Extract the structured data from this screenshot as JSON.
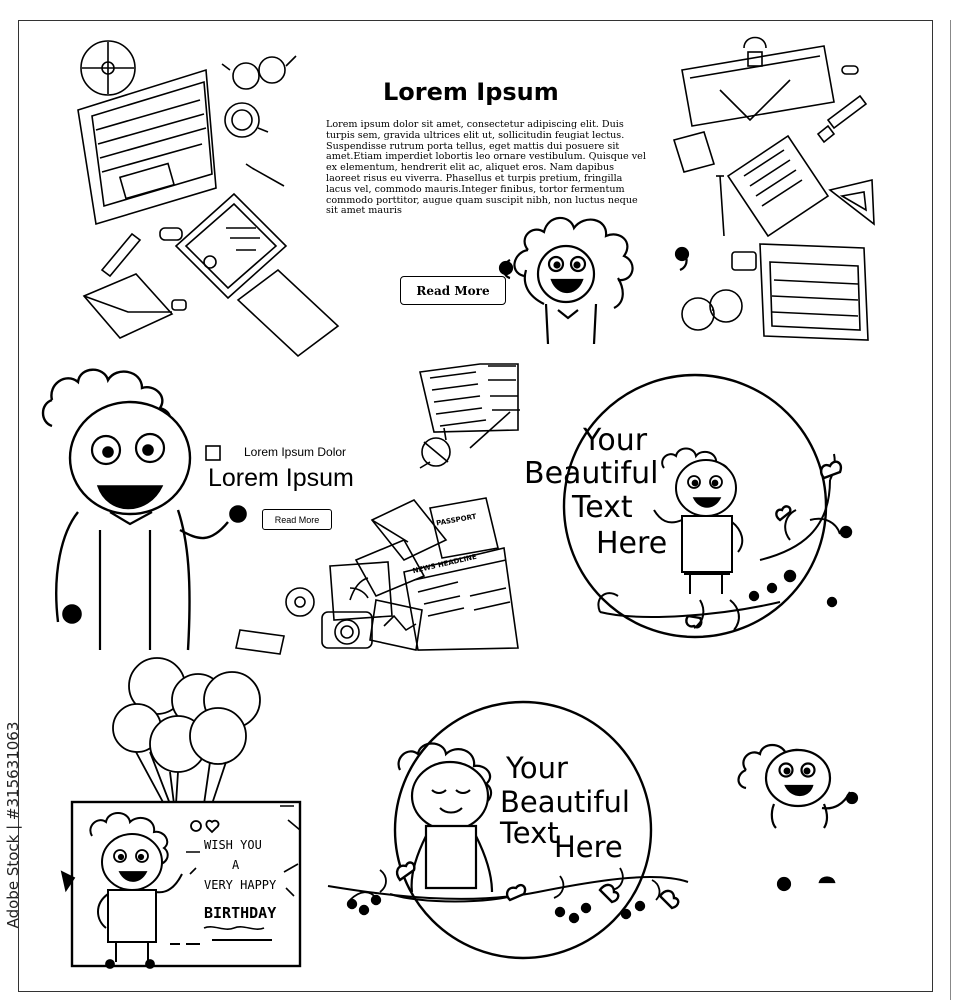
{
  "side_text": "Adobe Stock | #315631063",
  "panel1": {
    "title": "Lorem Ipsum",
    "body": "Lorem ipsum dolor sit amet, consectetur adipiscing elit. Duis turpis sem, gravida ultrices elit ut, sollicitudin feugiat lectus. Suspendisse rutrum porta tellus, eget mattis dui posuere sit amet.Etiam imperdiet lobortis leo ornare vestibulum. Quisque vel ex elementum, hendrerit elit ac, aliquet eros. Nam dapibus laoreet risus eu viverra. Phasellus et turpis pretium, fringilla lacus vel, commodo mauris.Integer finibus, tortor fermentum commodo porttitor, augue quam suscipit nibh, non luctus neque sit amet mauris",
    "button": "Read More"
  },
  "panel2": {
    "subtitle": "Lorem Ipsum Dolor",
    "title": "Lorem Ipsum",
    "button": "Read More",
    "passport": "PASSPORT",
    "news": "NEWS HEADLINE"
  },
  "panel3": {
    "lines": [
      "Your",
      "Beautiful",
      "Text",
      "Here"
    ]
  },
  "panel4": {
    "lines": [
      "WISH YOU",
      "A",
      "VERY HAPPY",
      "BIRTHDAY"
    ]
  },
  "panel5": {
    "lines": [
      "Your",
      "Beautiful",
      "Text",
      "Here"
    ]
  }
}
